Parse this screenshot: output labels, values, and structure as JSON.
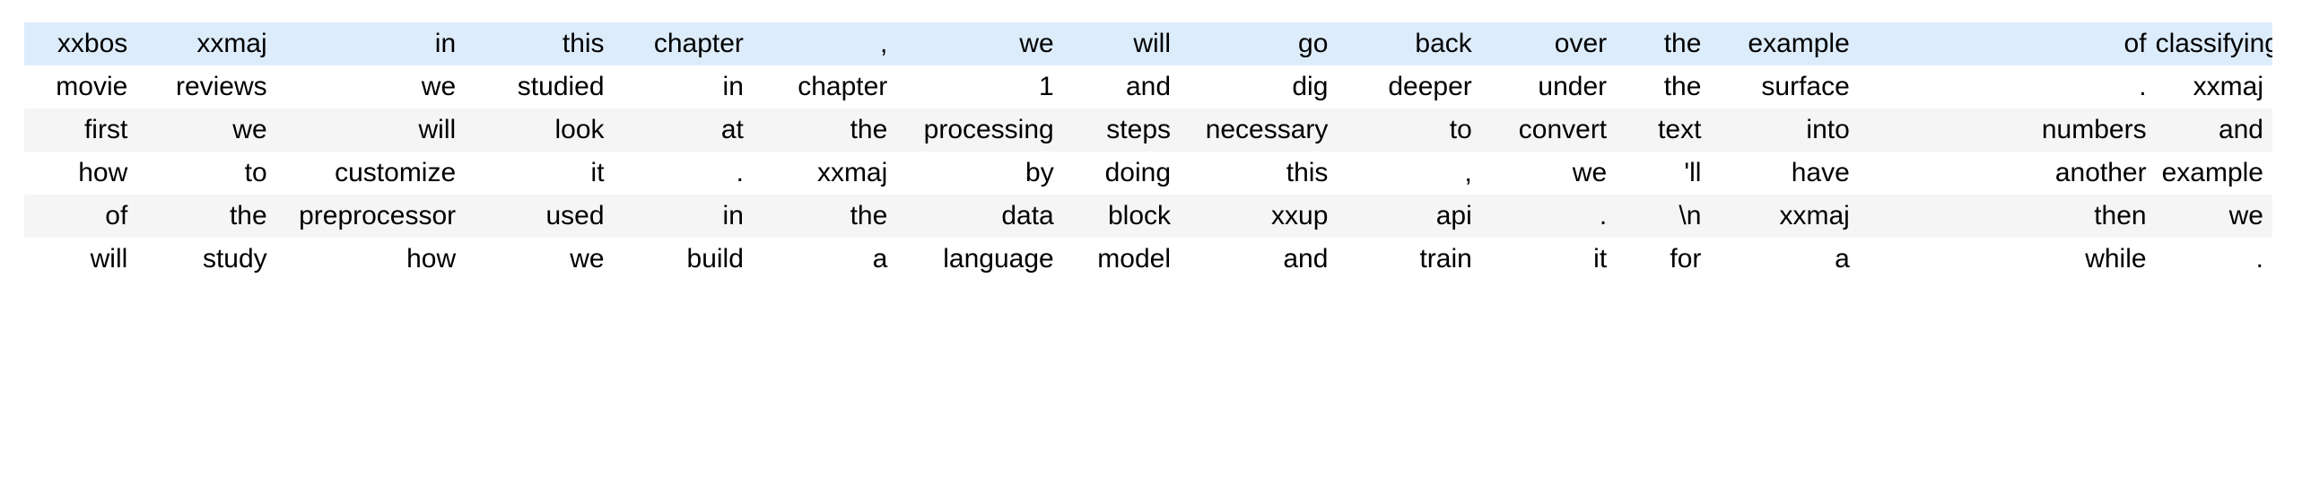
{
  "view": {
    "kind": "tokenized-text-table",
    "highlight_color": "#ddecfb",
    "stripe_color": "#f5f5f5",
    "base_color": "#ffffff",
    "text_color": "#000000",
    "column_count": 16,
    "row_count": 6
  },
  "columns": [
    {
      "index": 0,
      "width_pct": 5.0
    },
    {
      "index": 1,
      "width_pct": 6.2
    },
    {
      "index": 2,
      "width_pct": 8.4
    },
    {
      "index": 3,
      "width_pct": 6.6
    },
    {
      "index": 4,
      "width_pct": 6.2
    },
    {
      "index": 5,
      "width_pct": 6.4
    },
    {
      "index": 6,
      "width_pct": 7.4
    },
    {
      "index": 7,
      "width_pct": 5.2
    },
    {
      "index": 8,
      "width_pct": 7.0
    },
    {
      "index": 9,
      "width_pct": 6.4
    },
    {
      "index": 10,
      "width_pct": 6.0
    },
    {
      "index": 11,
      "width_pct": 4.2
    },
    {
      "index": 12,
      "width_pct": 6.6
    },
    {
      "index": 13,
      "width_pct": 7.6
    },
    {
      "index": 14,
      "width_pct": 5.6
    },
    {
      "index": 15,
      "width_pct": 5.2
    }
  ],
  "rows": [
    {
      "index": 0,
      "style": "highlight",
      "cells": [
        "xxbos",
        "xxmaj",
        "in",
        "this",
        "chapter",
        ",",
        "we",
        "will",
        "go",
        "back",
        "over",
        "the",
        "example",
        "",
        "of",
        "classifying"
      ]
    },
    {
      "index": 1,
      "style": "even",
      "cells": [
        "movie",
        "reviews",
        "we",
        "studied",
        "in",
        "chapter",
        "1",
        "and",
        "dig",
        "deeper",
        "under",
        "the",
        "surface",
        "",
        ".",
        "xxmaj"
      ]
    },
    {
      "index": 2,
      "style": "odd",
      "cells": [
        "first",
        "we",
        "will",
        "look",
        "at",
        "the",
        "processing",
        "steps",
        "necessary",
        "to",
        "convert",
        "text",
        "into",
        "",
        "numbers",
        "and"
      ]
    },
    {
      "index": 3,
      "style": "even",
      "cells": [
        "how",
        "to",
        "customize",
        "it",
        ".",
        "xxmaj",
        "by",
        "doing",
        "this",
        ",",
        "we",
        "'ll",
        "have",
        "",
        "another",
        "example"
      ]
    },
    {
      "index": 4,
      "style": "odd",
      "cells": [
        "of",
        "the",
        "preprocessor",
        "used",
        "in",
        "the",
        "data",
        "block",
        "xxup",
        "api",
        ".",
        "\\n",
        "xxmaj",
        "",
        "then",
        "we"
      ]
    },
    {
      "index": 5,
      "style": "even",
      "cells": [
        "will",
        "study",
        "how",
        "we",
        "build",
        "a",
        "language",
        "model",
        "and",
        "train",
        "it",
        "for",
        "a",
        "",
        "while",
        "."
      ]
    }
  ]
}
